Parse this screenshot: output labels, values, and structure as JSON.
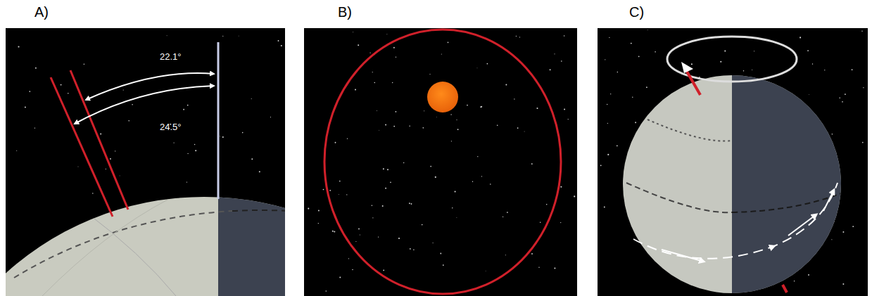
{
  "diagram": {
    "labels": [
      "A)",
      "B)",
      "C)",
      "22.1°",
      "24.5°"
    ]
  }
}
